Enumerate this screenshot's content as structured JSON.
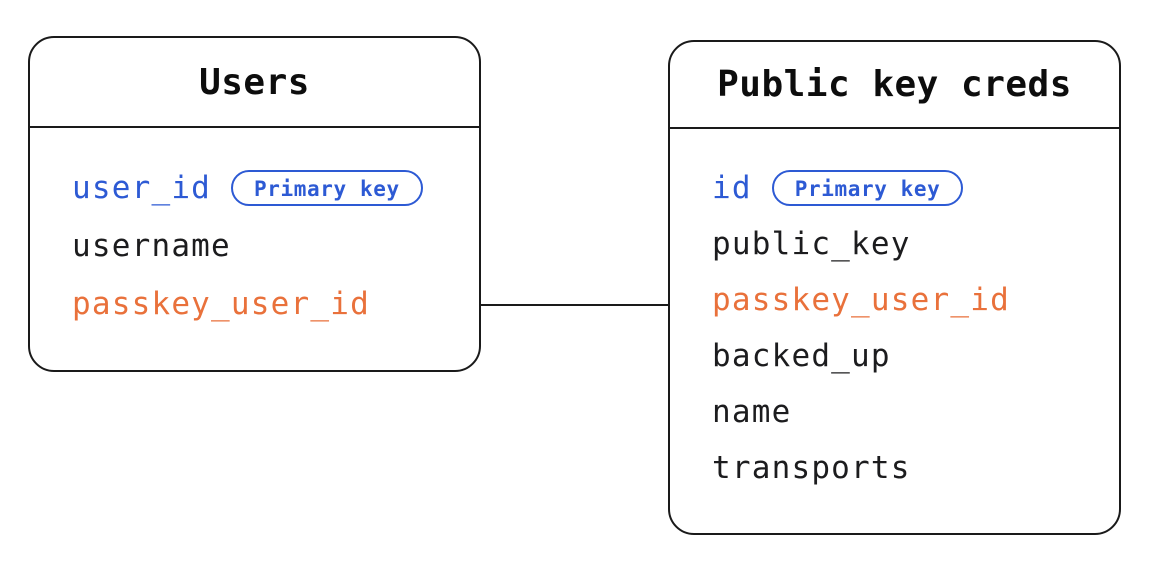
{
  "colors": {
    "ink": "#1a1a1a",
    "title_text": "#0d0d0d",
    "field_text": "#1c1c1e",
    "primary_key_blue": "#2d5ad4",
    "relation_orange": "#e9713b",
    "bg": "#ffffff"
  },
  "tables": [
    {
      "title": "Users",
      "fields": [
        {
          "name": "user_id",
          "role": "primary",
          "badge": "Primary key"
        },
        {
          "name": "username",
          "role": "plain"
        },
        {
          "name": "passkey_user_id",
          "role": "relation"
        }
      ]
    },
    {
      "title": "Public key creds",
      "fields": [
        {
          "name": "id",
          "role": "primary",
          "badge": "Primary key"
        },
        {
          "name": "public_key",
          "role": "plain"
        },
        {
          "name": "passkey_user_id",
          "role": "relation"
        },
        {
          "name": "backed_up",
          "role": "plain"
        },
        {
          "name": "name",
          "role": "plain"
        },
        {
          "name": "transports",
          "role": "plain"
        }
      ]
    }
  ],
  "connector": {
    "from_field": "passkey_user_id",
    "to_field": "passkey_user_id"
  }
}
